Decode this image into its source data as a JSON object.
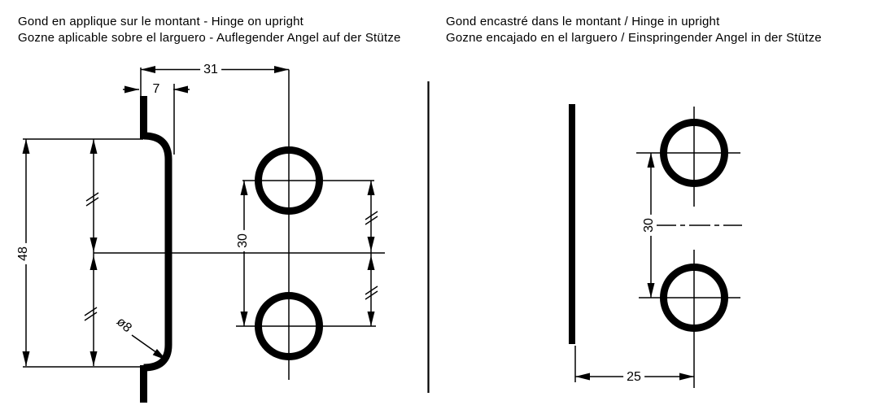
{
  "drawing": {
    "colors": {
      "ink": "#000000",
      "background": "#ffffff"
    },
    "left": {
      "title_fr_en": "Gond en applique sur le montant - Hinge on upright",
      "title_es_de": "Gozne aplicable sobre el larguero - Auflegender Angel auf der Stütze",
      "dim_width": "31",
      "dim_offset": "7",
      "dim_height": "48",
      "dim_hole_spacing": "30",
      "dim_pin_diameter": "ø8"
    },
    "right": {
      "title_fr_en": "Gond encastré dans le montant / Hinge in upright",
      "title_es_de": "Gozne encajado en el larguero / Einspringender Angel in der Stütze",
      "dim_hole_spacing": "30",
      "dim_inset": "25"
    }
  }
}
